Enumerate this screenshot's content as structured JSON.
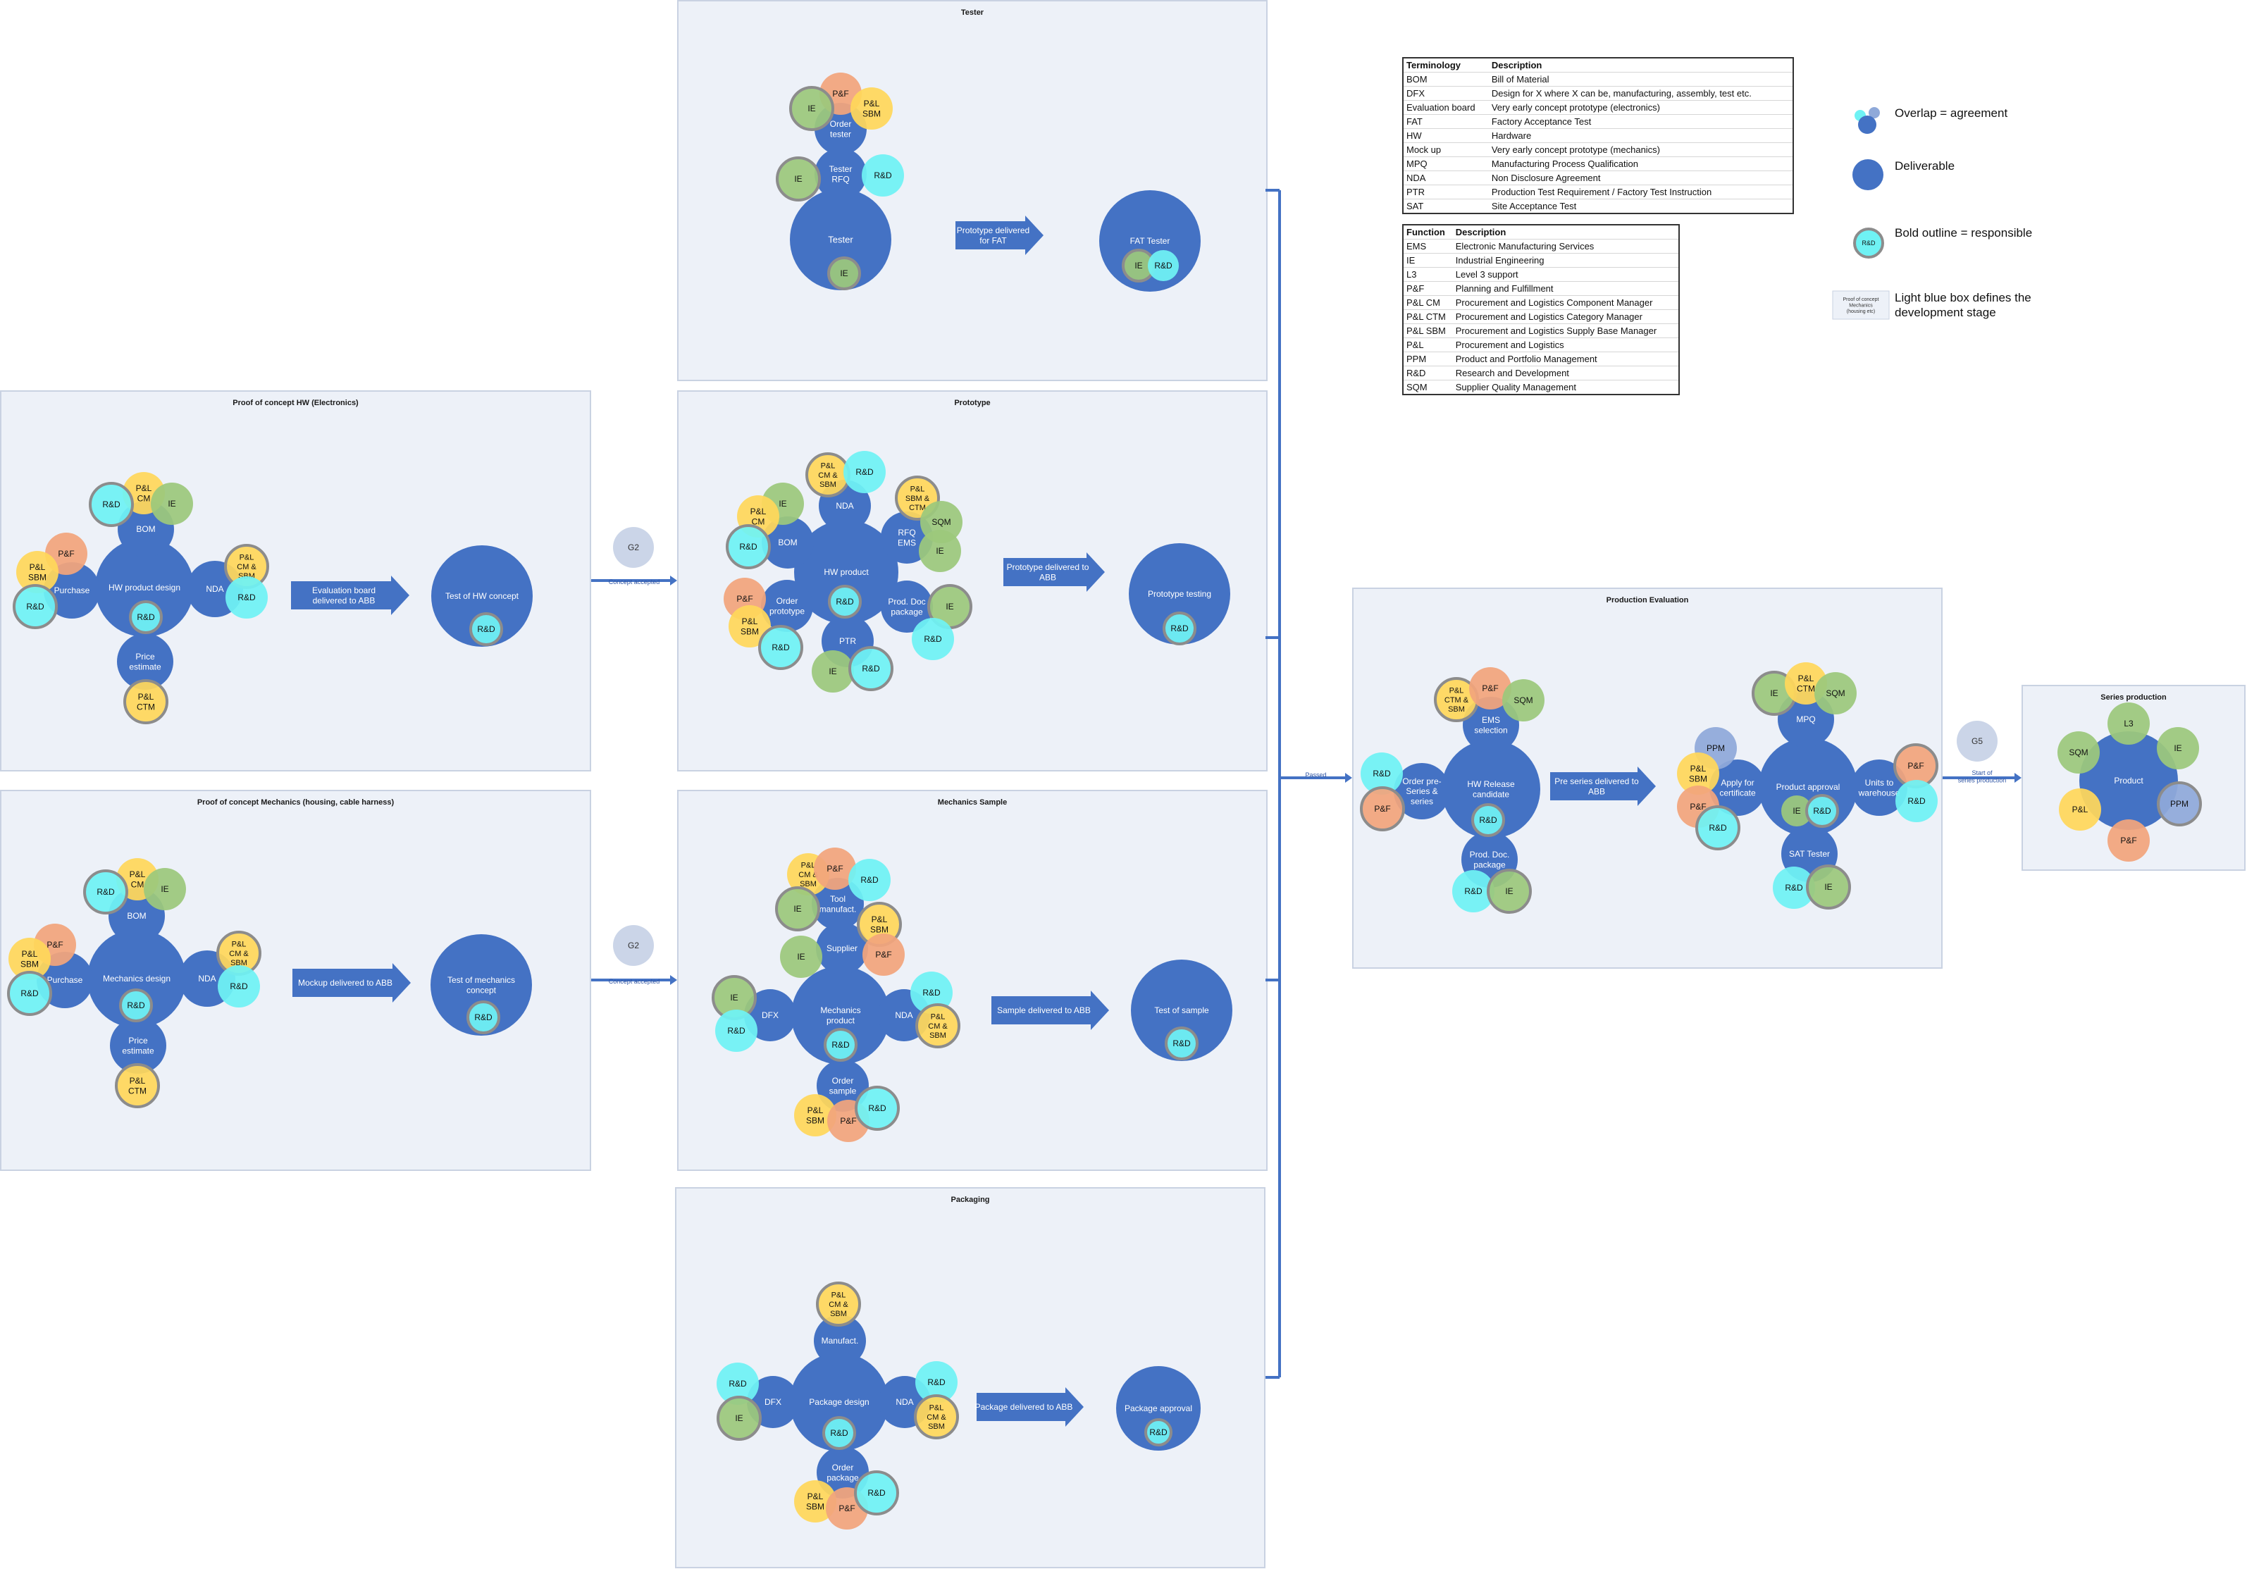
{
  "colors": {
    "deliverable": "#4472c4",
    "rd": "#6ff2f4",
    "pl": "#ffd75a",
    "pf": "#f2a57c",
    "ie": "#9cc87c",
    "ppm": "#8fa9d9",
    "gate": "#cbd5e8",
    "panel": "#edf1f8",
    "panel_border": "#c9d2e2"
  },
  "panels": {
    "tester": "Tester",
    "poc_hw": "Proof of concept HW (Electronics)",
    "prototype": "Prototype",
    "poc_mech": "Proof of concept Mechanics (housing, cable harness)",
    "mech_sample": "Mechanics Sample",
    "packaging": "Packaging",
    "prod_eval": "Production Evaluation",
    "series": "Series production"
  },
  "arrows": {
    "tester": "Prototype delivered|for FAT",
    "poc_hw": "Evaluation board|delivered to ABB",
    "prototype": "Prototype delivered to|ABB",
    "poc_mech": "Mockup delivered to ABB",
    "mech_sample": "Sample delivered to ABB",
    "packaging": "Package delivered to ABB",
    "prod_eval": "Pre series delivered to|ABB"
  },
  "connectors": {
    "concept_accepted": "Concept accepted",
    "passed": "Passed",
    "start_series": "Start of|series production"
  },
  "gates": {
    "g2": "G2",
    "g5": "G5"
  },
  "nodes": {
    "order_tester": "Order|tester",
    "tester_rfq": "Tester|RFQ",
    "tester": "Tester",
    "fat_tester": "FAT Tester",
    "bom": "BOM",
    "purchase": "Purchase",
    "hw_product_design": "HW product design",
    "nda": "NDA",
    "price_estimate": "Price|estimate",
    "test_hw_concept": "Test of HW concept",
    "hw_product": "HW product",
    "rfq_ems": "RFQ|EMS",
    "order_prototype": "Order|prototype",
    "prod_doc_package": "Prod. Doc|package",
    "ptr": "PTR",
    "prototype_testing": "Prototype testing",
    "mechanics_design": "Mechanics design",
    "test_mech_concept": "Test of mechanics|concept",
    "tool_manufact": "Tool|manufact.",
    "supplier": "Supplier",
    "dfx": "DFX",
    "mechanics_product": "Mechanics|product",
    "order_sample": "Order|sample",
    "test_of_sample": "Test of sample",
    "manufact": "Manufact.",
    "package_design": "Package design",
    "order_package": "Order|package",
    "package_approval": "Package approval",
    "ems_selection": "EMS|selection",
    "order_preseries": "Order pre-|Series &|series",
    "hw_release_candidate": "HW Release|candidate",
    "prod_doc_package2": "Prod. Doc.|package",
    "mpq": "MPQ",
    "apply_certificate": "Apply for|certificate",
    "product_approval": "Product approval",
    "units_to_warehouse": "Units to|warehouse",
    "sat_tester": "SAT Tester",
    "product": "Product"
  },
  "roles": {
    "rd": "R&D",
    "ie": "IE",
    "pf": "P&F",
    "sqm": "SQM",
    "ppm": "PPM",
    "l3": "L3",
    "pl": "P&L",
    "pl_cm": "P&L|CM",
    "pl_sbm": "P&L|SBM",
    "pl_ctm": "P&L|CTM",
    "pl_cm_sbm": "P&L|CM &|SBM",
    "pl_sbm_ctm": "P&L|SBM &|CTM",
    "pl_ctm_sbm": "P&L|CTM &|SBM"
  },
  "terminology": {
    "headers": [
      "Terminology",
      "Description"
    ],
    "rows": [
      [
        "BOM",
        "Bill of Material"
      ],
      [
        "DFX",
        "Design for X where X can be, manufacturing, assembly, test etc."
      ],
      [
        "Evaluation board",
        "Very early concept prototype (electronics)"
      ],
      [
        "FAT",
        "Factory Acceptance Test"
      ],
      [
        "HW",
        "Hardware"
      ],
      [
        "Mock up",
        "Very early concept prototype (mechanics)"
      ],
      [
        "MPQ",
        "Manufacturing Process Qualification"
      ],
      [
        "NDA",
        "Non Disclosure Agreement"
      ],
      [
        "PTR",
        "Production Test Requirement / Factory Test Instruction"
      ],
      [
        "SAT",
        "Site Acceptance Test"
      ]
    ]
  },
  "functions": {
    "headers": [
      "Function",
      "Description"
    ],
    "rows": [
      [
        "EMS",
        "Electronic Manufacturing Services"
      ],
      [
        "IE",
        "Industrial Engineering"
      ],
      [
        "L3",
        "Level 3 support"
      ],
      [
        "P&F",
        "Planning and Fulfillment"
      ],
      [
        "P&L CM",
        "Procurement and Logistics Component Manager"
      ],
      [
        "P&L CTM",
        "Procurement and Logistics Category Manager"
      ],
      [
        "P&L SBM",
        "Procurement and Logistics Supply Base Manager"
      ],
      [
        "P&L",
        "Procurement and Logistics"
      ],
      [
        "PPM",
        "Product and Portfolio Management"
      ],
      [
        "R&D",
        "Research and Development"
      ],
      [
        "SQM",
        "Supplier Quality Management"
      ]
    ]
  },
  "legend": {
    "overlap": "Overlap = agreement",
    "deliverable": "Deliverable",
    "bold_outline": "Bold outline = responsible",
    "light_blue_box": "Light blue box defines the|development stage",
    "small_rd": "R&D",
    "small_box": "Proof of concept|Mechanics|(housing etc)"
  }
}
